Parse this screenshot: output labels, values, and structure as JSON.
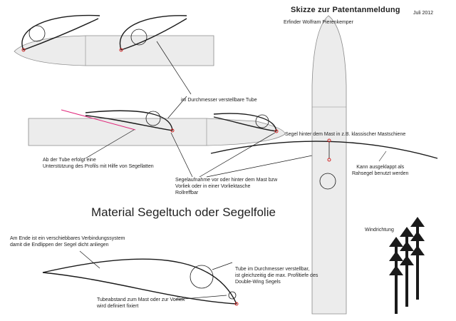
{
  "header": {
    "title": "Skizze  zur Patentanmeldung",
    "date": "Juli 2012",
    "inventor": "Erfinder Wolfram Pierenkemper"
  },
  "labels": {
    "tube_adjustable": "im Durchmesser verstellbare Tube",
    "support_battens": "Ab der Tube erfolgt eine\nUnterstützung des Profils mit Hilfe von Segellatten",
    "sail_behind_mast": "Segel hinter dem Mast in z.B. klassischer Mastschiene",
    "luff_groove": "Segelaufnahme vor oder hinter dem Mast bzw\nVorliek oder in einer Vorliektasche\nRollreffbar",
    "square_sail": "Kann ausgeklappt als\nRahsegel benutzt werden",
    "material": "Material Segeltuch oder Segelfolie",
    "connection_system": "Am Ende ist ein verschiebbares Verbindungssystem\ndamit die Endlippen der Segel dicht anliegen",
    "wind_direction": "Windrichtung",
    "tube_profile_depth": "Tube im Durchmesser verstellbar,\nist gleichzeitig die max. Profiltiefe des\nDouble-Wing Segels",
    "tube_distance": "Tubeabstand zum Mast oder zur Vorliek\nwird definiert fixiert"
  },
  "colors": {
    "line": "#1a1a1a",
    "mast_fill": "#ececec",
    "mast_edge": "#8a8a8a",
    "accent_pink": "#e0267a",
    "mast_point": "#d22222"
  }
}
